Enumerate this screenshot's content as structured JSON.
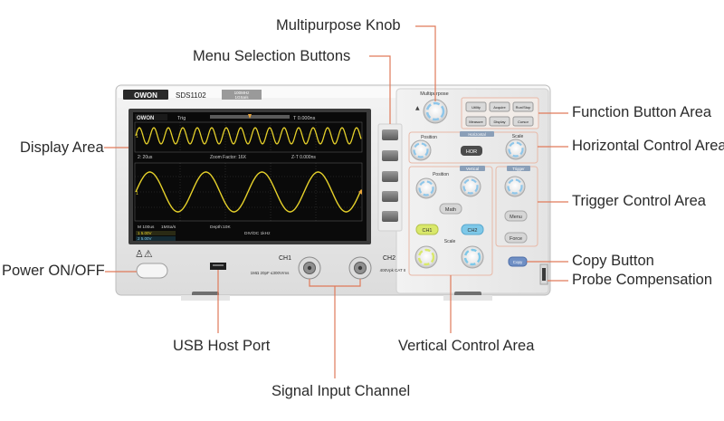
{
  "labels": {
    "multipurpose_knob": "Multipurpose Knob",
    "menu_selection_buttons": "Menu Selection Buttons",
    "function_button_area": "Function Button Area",
    "display_area": "Display Area",
    "horizontal_control_area": "Horizontal Control Area",
    "trigger_control_area": "Trigger Control Area",
    "power_on_off": "Power ON/OFF",
    "copy_button": "Copy Button",
    "probe_compensation": "Probe Compensation",
    "usb_host_port": "USB Host Port",
    "vertical_control_area": "Vertical Control Area",
    "signal_input_channel": "Signal Input Channel"
  },
  "device": {
    "brand": "OWON",
    "model": "SDS1102",
    "badge_line1": "100MHz",
    "badge_line2": "1GSa/s",
    "ch1_label": "CH1",
    "ch2_label": "CH2",
    "input_spec": "1MΩ 20pF ≤300Vrms",
    "cat_spec": "400Vpk CAT II",
    "multipurpose_label": "Multipurpose",
    "position_label": "Position",
    "scale_label": "Scale",
    "horizontal_label": "Horizontal",
    "vertical_label": "Vertical",
    "trigger_label": "Trigger",
    "hor_button": "HOR",
    "math_button": "Math",
    "ch1_button": "CH1",
    "ch2_button": "CH2",
    "menu_button": "Menu",
    "force_button": "Force",
    "copy_key": "Copy",
    "function_buttons": [
      "Utility",
      "Acquire",
      "Run/Stop",
      "Measure",
      "Display",
      "Cursor"
    ]
  },
  "screen": {
    "status_trig": "Trig",
    "status_time": "T 0.000ns",
    "row1_left": "2: 20us",
    "row1_mid": "Zoom Factor: 16X",
    "row1_right": "Z-T 0.000ns",
    "bottom_left1": "M 100us",
    "bottom_left2": "1MSa/s",
    "bottom_mid": "Depth:10K",
    "bottom_ch1": "1 5.00V",
    "bottom_ch2": "2 5.00V",
    "bottom_right": "DIV/DC  1kHz"
  },
  "colors": {
    "ch1_trace": "#e6d12a",
    "ch2_trace": "#e6d12a",
    "ch1_button": "#d9e86a",
    "ch2_button": "#7ec8e8",
    "accent_line": "#e07a5a",
    "knob_blue": "#8ec6ea"
  }
}
